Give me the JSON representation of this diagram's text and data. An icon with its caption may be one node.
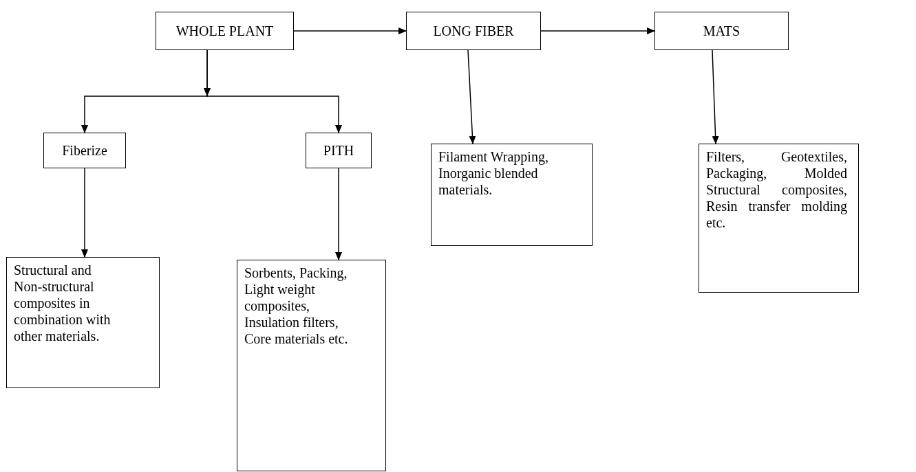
{
  "diagram": {
    "nodes": [
      {
        "text": [
          "WHOLE PLANT"
        ]
      },
      {
        "text": [
          "LONG FIBER"
        ]
      },
      {
        "text": [
          "MATS"
        ]
      },
      {
        "text": [
          "Fiberize"
        ]
      },
      {
        "text": [
          "PITH"
        ]
      },
      {
        "text": [
          "Filament Wrapping, Inorganic blended materials."
        ]
      },
      {
        "text": [
          "Filters, Geotextiles, Packaging, Molded Structural composites, Resin transfer molding etc."
        ]
      },
      {
        "text": [
          "Structural and Non-structural composites in combination with other materials."
        ]
      },
      {
        "text": [
          "Sorbents, Packing, Light weight composites, Insulation filters, Core materials etc."
        ]
      }
    ],
    "edges": [
      {
        "from": 0,
        "to": 1,
        "arrow": "to"
      },
      {
        "from": 1,
        "to": 2,
        "arrow": "to"
      },
      {
        "from": 0,
        "to": 3,
        "arrow": "to"
      },
      {
        "from": 0,
        "to": 4,
        "arrow": "to"
      },
      {
        "from": 1,
        "to": 5,
        "arrow": "to"
      },
      {
        "from": 2,
        "to": 6,
        "arrow": "to"
      },
      {
        "from": 3,
        "to": 7,
        "arrow": "to"
      },
      {
        "from": 4,
        "to": 8,
        "arrow": "to"
      }
    ]
  }
}
